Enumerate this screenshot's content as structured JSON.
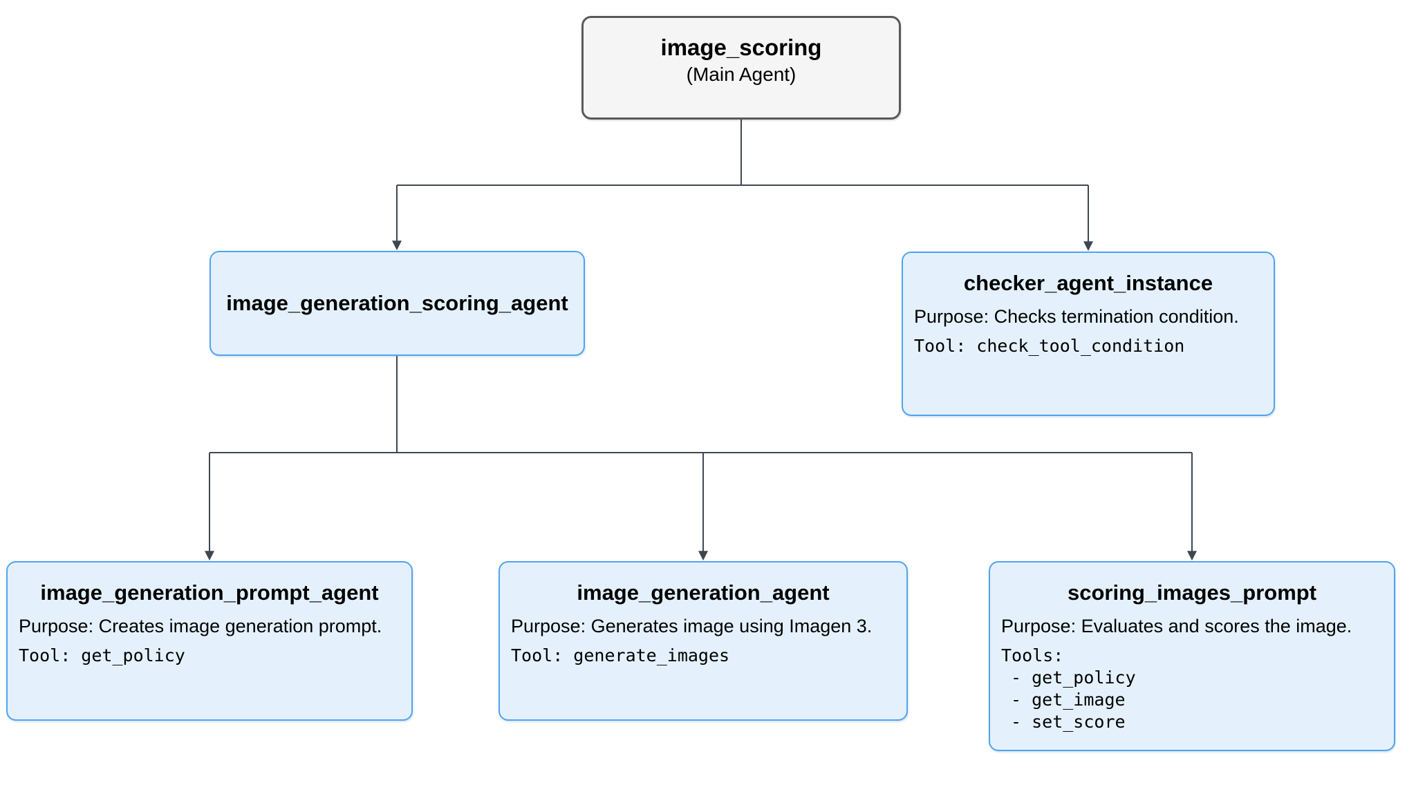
{
  "diagram": {
    "nodes": {
      "main": {
        "title": "image_scoring",
        "subtitle": "(Main Agent)"
      },
      "scoring_agent": {
        "title": "image_generation_scoring_agent"
      },
      "checker": {
        "title": "checker_agent_instance",
        "purpose": "Purpose: Checks termination condition.",
        "tool": "Tool: check_tool_condition"
      },
      "prompt_agent": {
        "title": "image_generation_prompt_agent",
        "purpose": "Purpose: Creates image generation prompt.",
        "tool": "Tool: get_policy"
      },
      "generation_agent": {
        "title": "image_generation_agent",
        "purpose": "Purpose: Generates image using Imagen 3.",
        "tool": "Tool: generate_images"
      },
      "scoring_prompt": {
        "title": "scoring_images_prompt",
        "purpose": "Purpose: Evaluates and scores the image.",
        "tools_label": "Tools:",
        "tools": [
          "- get_policy",
          "- get_image",
          "- set_score"
        ]
      }
    },
    "edges": [
      {
        "from": "image_scoring",
        "to": "image_generation_scoring_agent"
      },
      {
        "from": "image_scoring",
        "to": "checker_agent_instance"
      },
      {
        "from": "image_generation_scoring_agent",
        "to": "image_generation_prompt_agent"
      },
      {
        "from": "image_generation_scoring_agent",
        "to": "image_generation_agent"
      },
      {
        "from": "image_generation_scoring_agent",
        "to": "scoring_images_prompt"
      }
    ],
    "colors": {
      "canvas_background": "#ffffff",
      "main_node_fill": "#f5f5f5",
      "main_node_border": "#595959",
      "agent_node_fill": "#e4f1fc",
      "agent_node_border": "#4fa3f0",
      "edge_stroke": "#3e4751",
      "text": "#000000"
    }
  }
}
